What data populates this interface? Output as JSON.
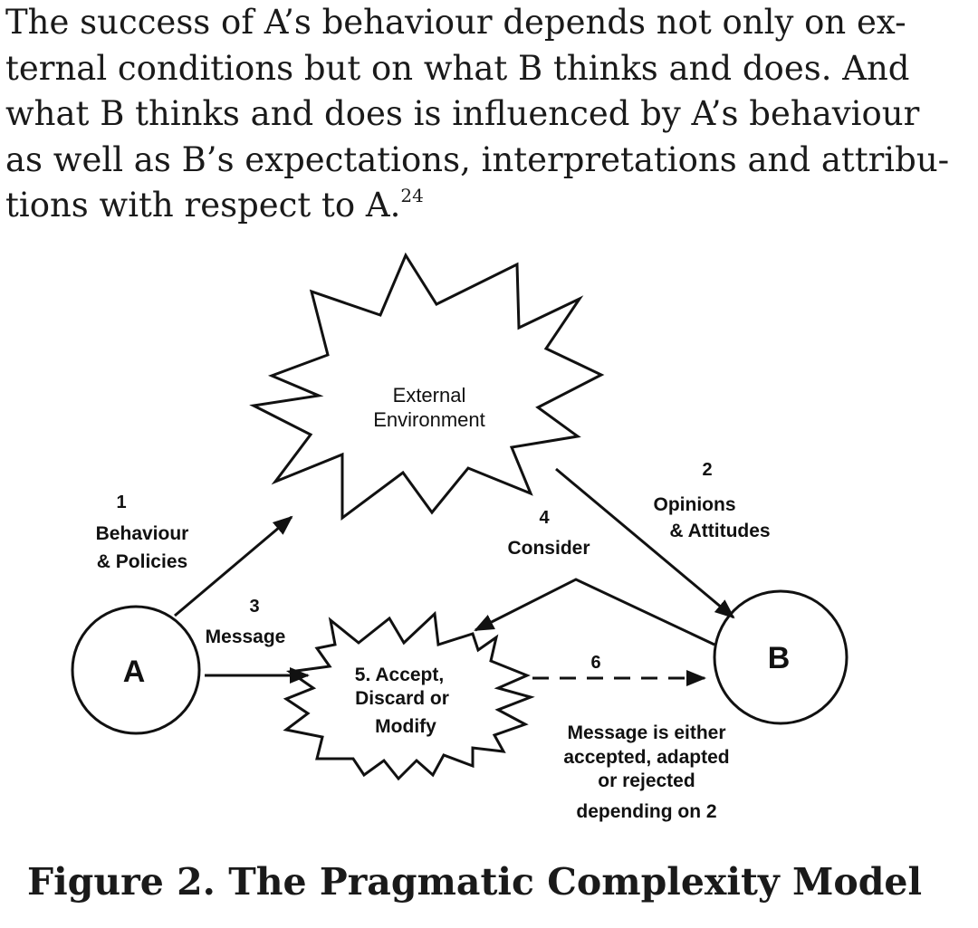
{
  "paragraph": {
    "line1": "The success of A’s behaviour depends not only on ex-",
    "line2": "ternal conditions but on what B thinks and does. And",
    "line3": "what B thinks and does is influenced by A’s behaviour",
    "line4": "as well as B’s expectations, interpretations and attribu-",
    "line5": "tions with respect to A.",
    "footnote": "24"
  },
  "diagram": {
    "external": {
      "line1": "External",
      "line2": "Environment"
    },
    "node_a": "A",
    "node_b": "B",
    "accept": {
      "line1": "5. Accept,",
      "line2": "Discard or",
      "line3": "Modify"
    },
    "label1": {
      "number": "1",
      "line1": "Behaviour",
      "line2": "& Policies"
    },
    "label2": {
      "number": "2",
      "line1": "Opinions",
      "line2": "& Attitudes"
    },
    "label3": {
      "number": "3",
      "line1": "Message"
    },
    "label4": {
      "number": "4",
      "line1": "Consider"
    },
    "label6": {
      "number": "6"
    },
    "outcome": {
      "line1": "Message is either",
      "line2": "accepted, adapted",
      "line3": "or rejected",
      "line4": "depending on 2"
    }
  },
  "caption": "Figure 2. The Pragmatic Complexity Model"
}
